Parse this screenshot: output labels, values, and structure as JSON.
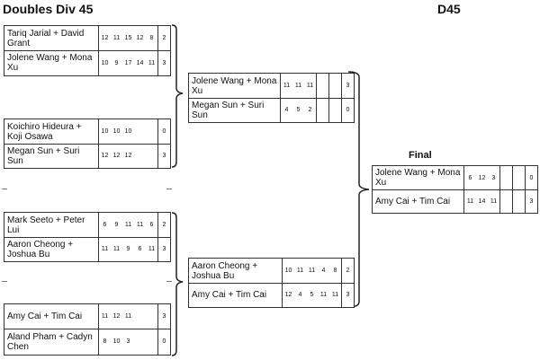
{
  "header": {
    "title": "Doubles Div 45",
    "division": "D45"
  },
  "final_label": "Final",
  "matches": {
    "r1m1": {
      "top": {
        "name": "Tariq Jarial + David Grant",
        "scores": [
          "12",
          "11",
          "15",
          "12",
          "8",
          "2"
        ]
      },
      "bottom": {
        "name": "Jolene Wang + Mona Xu",
        "scores": [
          "10",
          "9",
          "17",
          "14",
          "11",
          "3"
        ]
      }
    },
    "r1m2": {
      "top": {
        "name": "Koichiro Hideura + Koji Osawa",
        "scores": [
          "10",
          "10",
          "10",
          "",
          "",
          "0"
        ]
      },
      "bottom": {
        "name": "Megan Sun + Suri Sun",
        "scores": [
          "12",
          "12",
          "12",
          "",
          "",
          "3"
        ]
      }
    },
    "r1m3": {
      "top": {
        "name": "Mark Seeto + Peter Lui",
        "scores": [
          "6",
          "9",
          "11",
          "11",
          "6",
          "2"
        ]
      },
      "bottom": {
        "name": "Aaron Cheong + Joshua Bu",
        "scores": [
          "11",
          "11",
          "9",
          "6",
          "11",
          "3"
        ]
      }
    },
    "r1m4": {
      "top": {
        "name": "Amy Cai + Tim Cai",
        "scores": [
          "11",
          "12",
          "11",
          "",
          "",
          "3"
        ]
      },
      "bottom": {
        "name": "Aland Pham + Cadyn Chen",
        "scores": [
          "8",
          "10",
          "3",
          "",
          "",
          "0"
        ]
      }
    },
    "sf1": {
      "top": {
        "name": "Jolene Wang + Mona Xu",
        "scores": [
          "11",
          "11",
          "11",
          "",
          "",
          "3"
        ]
      },
      "bottom": {
        "name": "Megan Sun + Suri Sun",
        "scores": [
          "4",
          "5",
          "2",
          "",
          "",
          "0"
        ]
      }
    },
    "sf2": {
      "top": {
        "name": "Aaron Cheong + Joshua Bu",
        "scores": [
          "10",
          "11",
          "11",
          "4",
          "8",
          "2"
        ]
      },
      "bottom": {
        "name": "Amy Cai + Tim Cai",
        "scores": [
          "12",
          "4",
          "5",
          "11",
          "11",
          "3"
        ]
      }
    },
    "final": {
      "top": {
        "name": "Jolene Wang + Mona Xu",
        "scores": [
          "6",
          "12",
          "3",
          "",
          "",
          "0"
        ]
      },
      "bottom": {
        "name": "Amy Cai + Tim Cai",
        "scores": [
          "11",
          "14",
          "11",
          "",
          "",
          "3"
        ]
      }
    }
  }
}
